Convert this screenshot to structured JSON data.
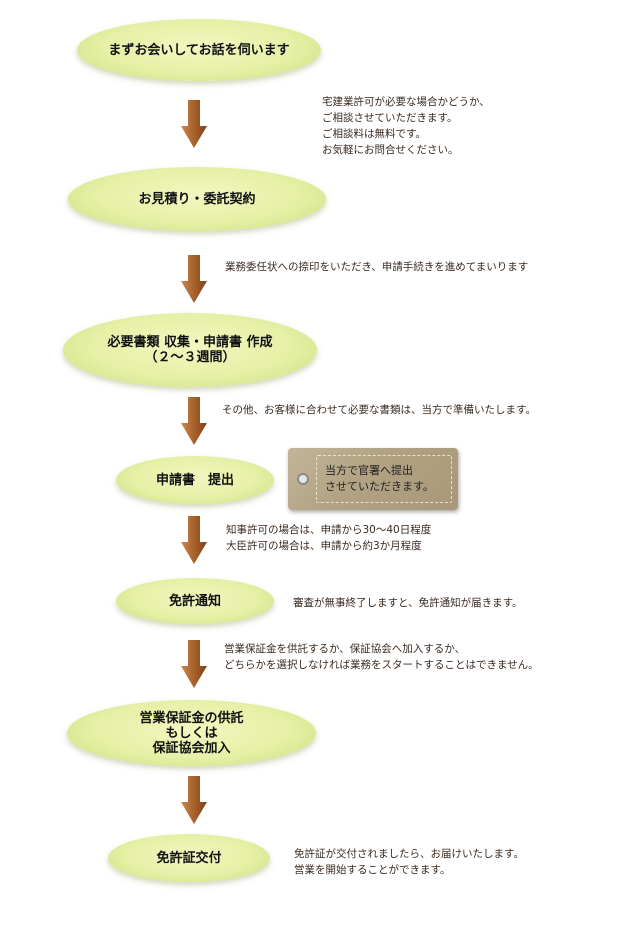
{
  "steps": [
    {
      "id": "consult",
      "label": "まずお会いしてお話を伺います"
    },
    {
      "id": "estimate",
      "label": "お見積り・委託契約"
    },
    {
      "id": "documents",
      "label": "必要書類 収集・申請書 作成\n（２～３週間）"
    },
    {
      "id": "submit",
      "label": "申請書　提出"
    },
    {
      "id": "license-notice",
      "label": "免許通知"
    },
    {
      "id": "guarantee",
      "label": "営業保証金の供託\nもしくは\n保証協会加入"
    },
    {
      "id": "certificate",
      "label": "免許証交付"
    }
  ],
  "notes": {
    "consult": "宅建業許可が必要な場合かどうか、\nご相談させていただきます。\nご相談料は無料です。\nお気軽にお問合せください。",
    "estimate": "業務委任状への捺印をいただき、申請手続きを進めてまいります",
    "documents": "その他、お客様に合わせて必要な書類は、当方で準備いたします。",
    "submit": "知事許可の場合は、申請から30～40日程度\n大臣許可の場合は、申請から約3か月程度",
    "license_notice": "審査が無事終了しますと、免許通知が届きます。",
    "guarantee": "営業保証金を供託するか、保証協会へ加入するか、\nどちらかを選択しなければ業務をスタートすることはできません。",
    "certificate": "免許証が交付されましたら、お届けいたします。\n営業を開始することができます。"
  },
  "tag": {
    "text": "当方で官署へ提出\nさせていただきます。"
  },
  "colors": {
    "step_fill": "#e6f0a6",
    "arrow": "#a8612a",
    "note_text": "#3a2a20"
  }
}
